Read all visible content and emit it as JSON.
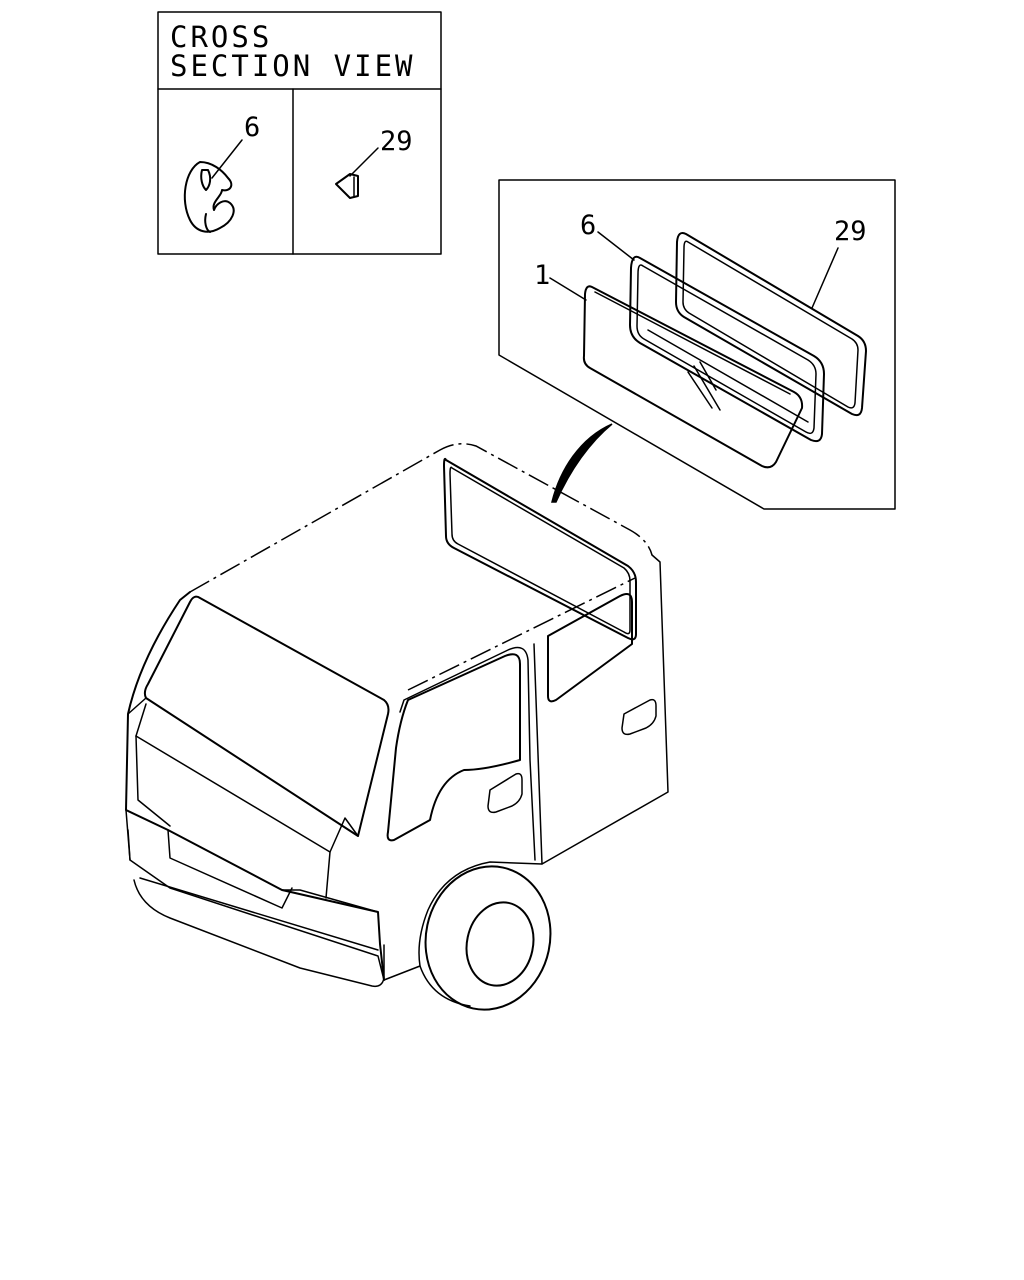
{
  "inset": {
    "title_line1": "CROSS",
    "title_line2": "SECTION VIEW",
    "left_callout": "6",
    "right_callout": "29"
  },
  "exploded": {
    "callout_glass": "1",
    "callout_weatherstrip": "6",
    "callout_seal": "29"
  }
}
